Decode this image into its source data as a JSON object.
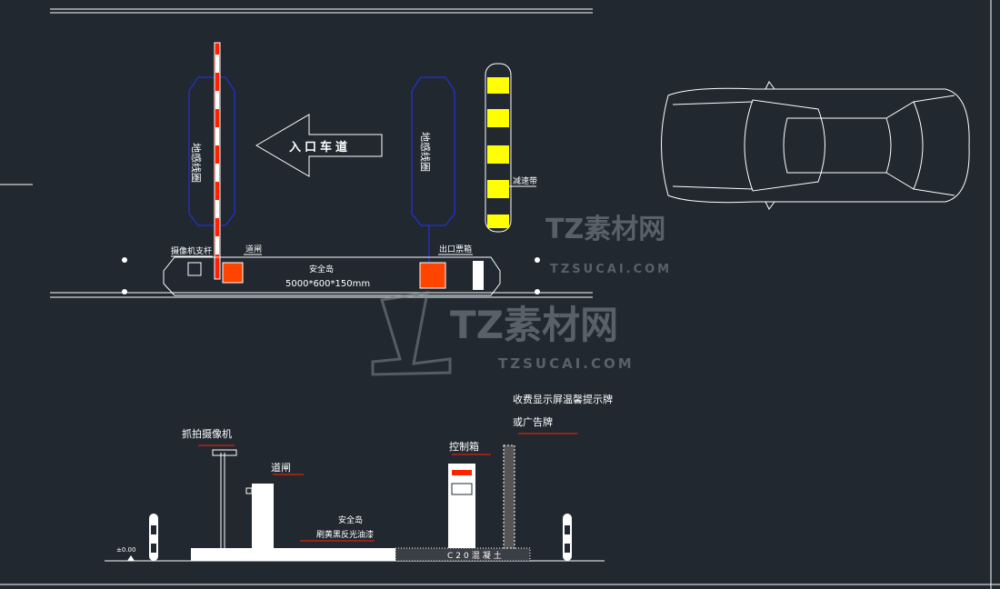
{
  "plan": {
    "lane_label": "入口车道",
    "loop_coil_left": "地感线圈",
    "loop_coil_right": "地感线圈",
    "speed_bump": "减速带",
    "camera_pole": "摄像机支杆",
    "barrier_gate": "道闸",
    "exit_ticket_box": "出口票箱",
    "island_title": "安全岛",
    "island_size": "5000*600*150mm"
  },
  "elevation": {
    "capture_camera": "抓拍摄像机",
    "barrier_gate": "道闸",
    "island_title": "安全岛",
    "island_paint": "刷黄黑反光油漆",
    "control_box": "控制箱",
    "sign_line1": "收费显示屏温馨提示牌",
    "sign_line2": "或广告牌",
    "concrete": "C20混凝土",
    "elevation_mark": "±0.00"
  },
  "watermark": {
    "brand": "TZ素材网",
    "url": "TZSUCAI.COM"
  },
  "colors": {
    "bg": "#212830",
    "line": "#ffffff",
    "red": "#ff3300",
    "blue": "#1a1aff",
    "yellow": "#ffff00"
  }
}
